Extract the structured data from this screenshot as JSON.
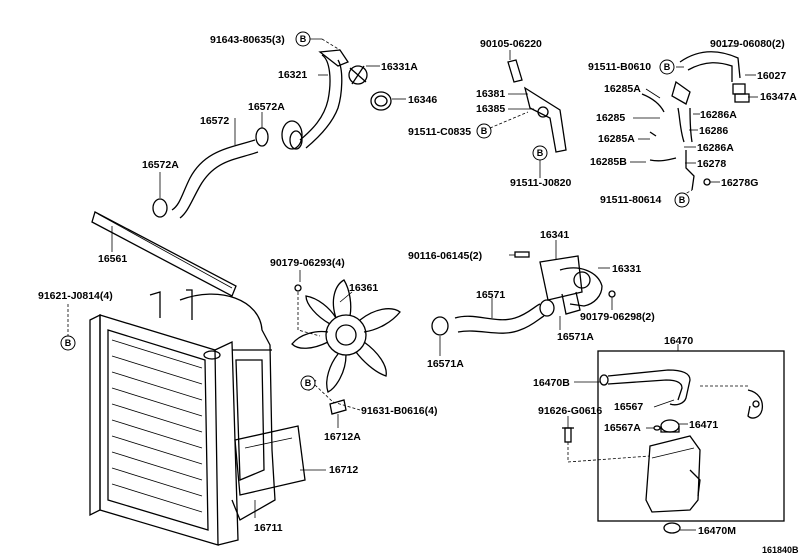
{
  "diagram_id": "161840B",
  "bolt_marker": "B",
  "labels": {
    "p91643_80635": "91643-80635(3)",
    "p16321": "16321",
    "p16331A": "16331A",
    "p16346": "16346",
    "p16572A_top": "16572A",
    "p16572": "16572",
    "p16572A_left": "16572A",
    "p16561": "16561",
    "p90105_06220": "90105-06220",
    "p16381": "16381",
    "p16385": "16385",
    "p91511_C0835": "91511-C0835",
    "p91511_J0820": "91511-J0820",
    "p90179_06080": "90179-06080(2)",
    "p91511_B0610": "91511-B0610",
    "p16027": "16027",
    "p16285A_1": "16285A",
    "p16286A_1": "16286A",
    "p16347A": "16347A",
    "p16285": "16285",
    "p16286": "16286",
    "p16285A_2": "16285A",
    "p16286A_2": "16286A",
    "p16285B": "16285B",
    "p16278": "16278",
    "p16278G": "16278G",
    "p91511_80614": "91511-80614",
    "p90179_06293": "90179-06293(4)",
    "p16361": "16361",
    "p91621_J0814": "91621-J0814(4)",
    "p16341": "16341",
    "p90116_06145": "90116-06145(2)",
    "p16331": "16331",
    "p16571": "16571",
    "p90179_06298": "90179-06298(2)",
    "p16571A_right": "16571A",
    "p16571A_left": "16571A",
    "p91631_B0616": "91631-B0616(4)",
    "p16712A": "16712A",
    "p16712": "16712",
    "p16711": "16711",
    "p16470": "16470",
    "p16470B": "16470B",
    "p16567": "16567",
    "p91626_G0616": "91626-G0616",
    "p16567A": "16567A",
    "p16471": "16471",
    "p16470M": "16470M"
  }
}
